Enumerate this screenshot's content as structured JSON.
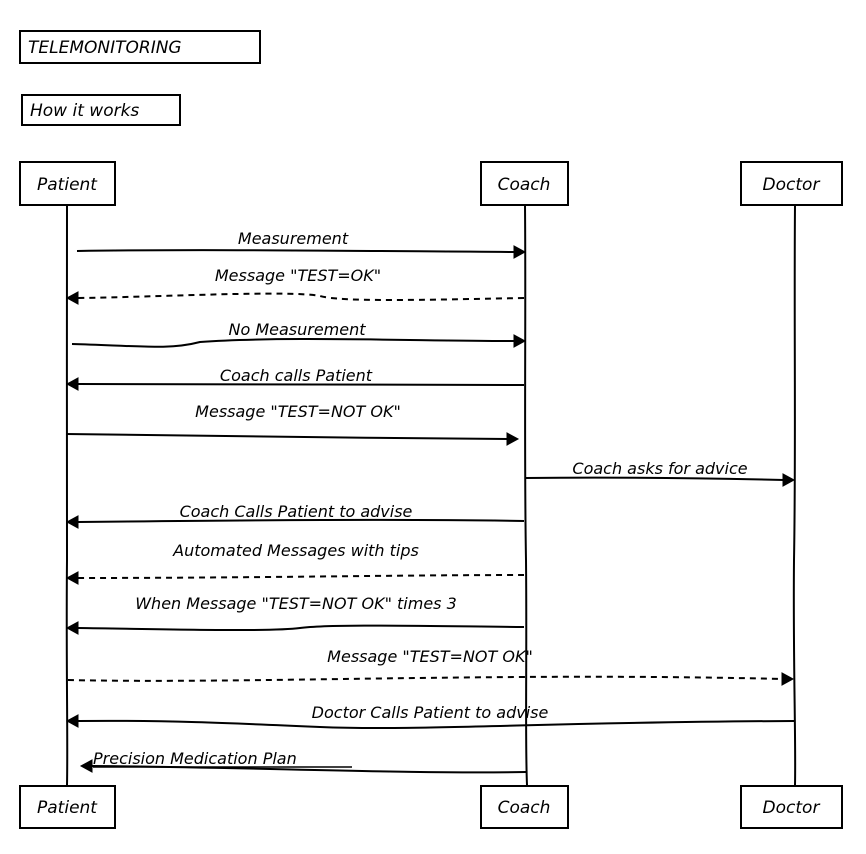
{
  "title": "TELEMONITORING",
  "subtitle": "How it works",
  "participants": [
    {
      "id": "patient",
      "label": "Patient"
    },
    {
      "id": "coach",
      "label": "Coach"
    },
    {
      "id": "doctor",
      "label": "Doctor"
    }
  ],
  "messages": [
    {
      "label": "Measurement",
      "from": "patient",
      "to": "coach",
      "style": "solid"
    },
    {
      "label": "Message \"TEST=OK\"",
      "from": "coach",
      "to": "patient",
      "style": "dashed"
    },
    {
      "label": "No Measurement",
      "from": "patient",
      "to": "coach",
      "style": "solid"
    },
    {
      "label": "Coach calls Patient",
      "from": "coach",
      "to": "patient",
      "style": "solid"
    },
    {
      "label": "Message \"TEST=NOT OK\"",
      "from": "patient",
      "to": "coach",
      "style": "solid"
    },
    {
      "label": "Coach asks for advice",
      "from": "coach",
      "to": "doctor",
      "style": "solid"
    },
    {
      "label": "Coach Calls Patient to advise",
      "from": "coach",
      "to": "patient",
      "style": "solid"
    },
    {
      "label": "Automated Messages with tips",
      "from": "coach",
      "to": "patient",
      "style": "dashed"
    },
    {
      "label": "When Message \"TEST=NOT OK\" times 3",
      "from": "coach",
      "to": "patient",
      "style": "solid"
    },
    {
      "label": "Message \"TEST=NOT OK\"",
      "from": "patient",
      "to": "doctor",
      "style": "dashed"
    },
    {
      "label": "Doctor Calls Patient to advise",
      "from": "doctor",
      "to": "patient",
      "style": "solid"
    },
    {
      "label": "Precision Medication Plan",
      "from": "coach",
      "to": "patient",
      "style": "solid",
      "underlined": true
    }
  ]
}
